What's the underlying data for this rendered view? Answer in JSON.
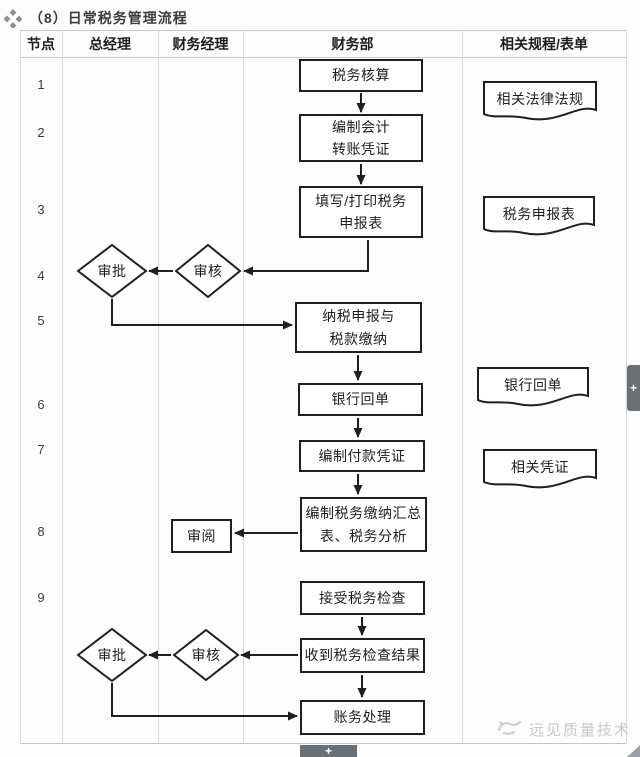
{
  "title": "（8）日常税务管理流程",
  "header": {
    "columns": [
      "节点",
      "总经理",
      "财务经理",
      "财务部",
      "相关规程/表单"
    ]
  },
  "nodes": [
    "1",
    "2",
    "3",
    "4",
    "5",
    "6",
    "7",
    "8",
    "9"
  ],
  "flow": {
    "boxes": [
      {
        "label": "税务核算"
      },
      {
        "label": "编制会计\n转账凭证"
      },
      {
        "label": "填写/打印税务\n申报表"
      },
      {
        "label": "纳税申报与\n税款缴纳"
      },
      {
        "label": "银行回单"
      },
      {
        "label": "编制付款凭证"
      },
      {
        "label": "编制税务缴纳汇总\n表、税务分析"
      },
      {
        "label": "接受税务检查"
      },
      {
        "label": "收到税务检查结果"
      },
      {
        "label": "账务处理"
      }
    ],
    "decisions": [
      {
        "label": "审批"
      },
      {
        "label": "审核"
      },
      {
        "label": "审核"
      },
      {
        "label": "审批"
      }
    ],
    "review": {
      "label": "审阅"
    },
    "documents": [
      {
        "label": "相关法律法规"
      },
      {
        "label": "税务申报表"
      },
      {
        "label": "银行回单"
      },
      {
        "label": "相关凭证"
      }
    ]
  },
  "widgets": {
    "side_tab_label": "+",
    "bottom_tab_label": "+"
  },
  "watermark": {
    "text": "远见质量技术"
  },
  "colors": {
    "shape_stroke": "#1f1f1f",
    "grid_line": "#d0d0d0",
    "tab_bg": "#6b7075",
    "watermark": "#c8c8c8"
  }
}
